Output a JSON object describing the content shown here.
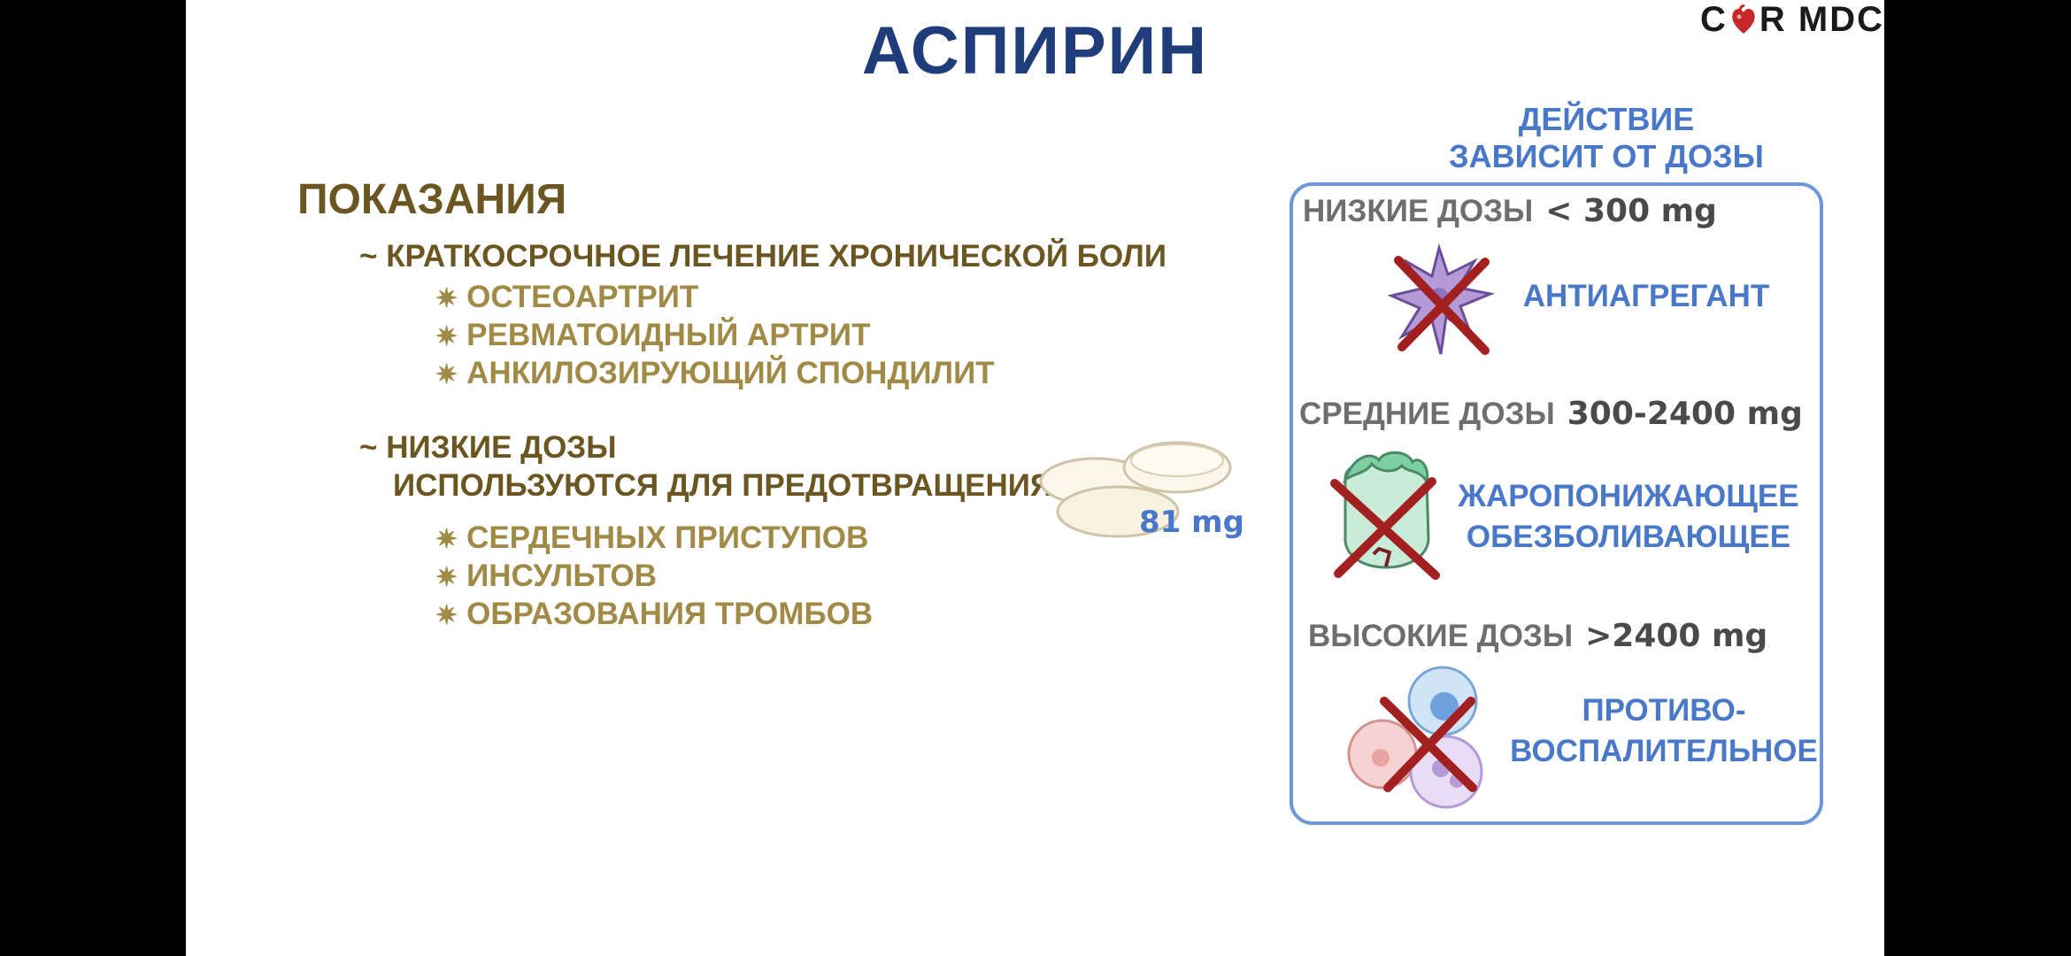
{
  "title": "АСПИРИН",
  "logo": {
    "text_a": "C",
    "text_b": "R MDC",
    "icon": "heart-icon"
  },
  "indications": {
    "heading": "ПОКАЗАНИЯ",
    "groups": [
      {
        "tilde": "~",
        "lines": [
          "КРАТКОСРОЧНОЕ ЛЕЧЕНИЕ ХРОНИЧЕСКОЙ БОЛИ"
        ],
        "items": [
          "ОСТЕОАРТРИТ",
          "РЕВМАТОИДНЫЙ АРТРИТ",
          "АНКИЛОЗИРУЮЩИЙ СПОНДИЛИТ"
        ]
      },
      {
        "tilde": "~",
        "lines": [
          "НИЗКИЕ ДОЗЫ",
          "ИСПОЛЬЗУЮТСЯ ДЛЯ ПРЕДОТВРАЩЕНИЯ"
        ],
        "items": [
          "СЕРДЕЧНЫХ ПРИСТУПОВ",
          "ИНСУЛЬТОВ",
          "ОБРАЗОВАНИЯ ТРОМБОВ"
        ]
      }
    ],
    "star": "✷",
    "pill_dose": "81 mg"
  },
  "action": {
    "title_line1": "ДЕЙСТВИЕ",
    "title_line2": "ЗАВИСИТ ОТ ДОЗЫ",
    "doses": [
      {
        "label": "НИЗКИЕ ДОЗЫ",
        "value": "< 300 mg",
        "effect_lines": [
          "АНТИАГРЕГАНТ"
        ],
        "icon": "platelet-icon"
      },
      {
        "label": "СРЕДНИЕ ДОЗЫ",
        "value": "300-2400 mg",
        "effect_lines": [
          "ЖАРОПОНИЖАЮЩЕЕ",
          "ОБЕЗБОЛИВАЮЩЕЕ"
        ],
        "icon": "sick-face-icon"
      },
      {
        "label": "ВЫСОКИЕ ДОЗЫ",
        "value": ">2400 mg",
        "effect_lines": [
          "ПРОТИВО-",
          "ВОСПАЛИТЕЛЬНОЕ"
        ],
        "icon": "immune-cells-icon"
      }
    ]
  },
  "colors": {
    "title": "#1f3d7a",
    "heading_brown": "#6b5520",
    "item_gold": "#a08a45",
    "accent_blue": "#4a78c8",
    "box_border": "#6f96d6",
    "cross_red": "#a32020"
  }
}
